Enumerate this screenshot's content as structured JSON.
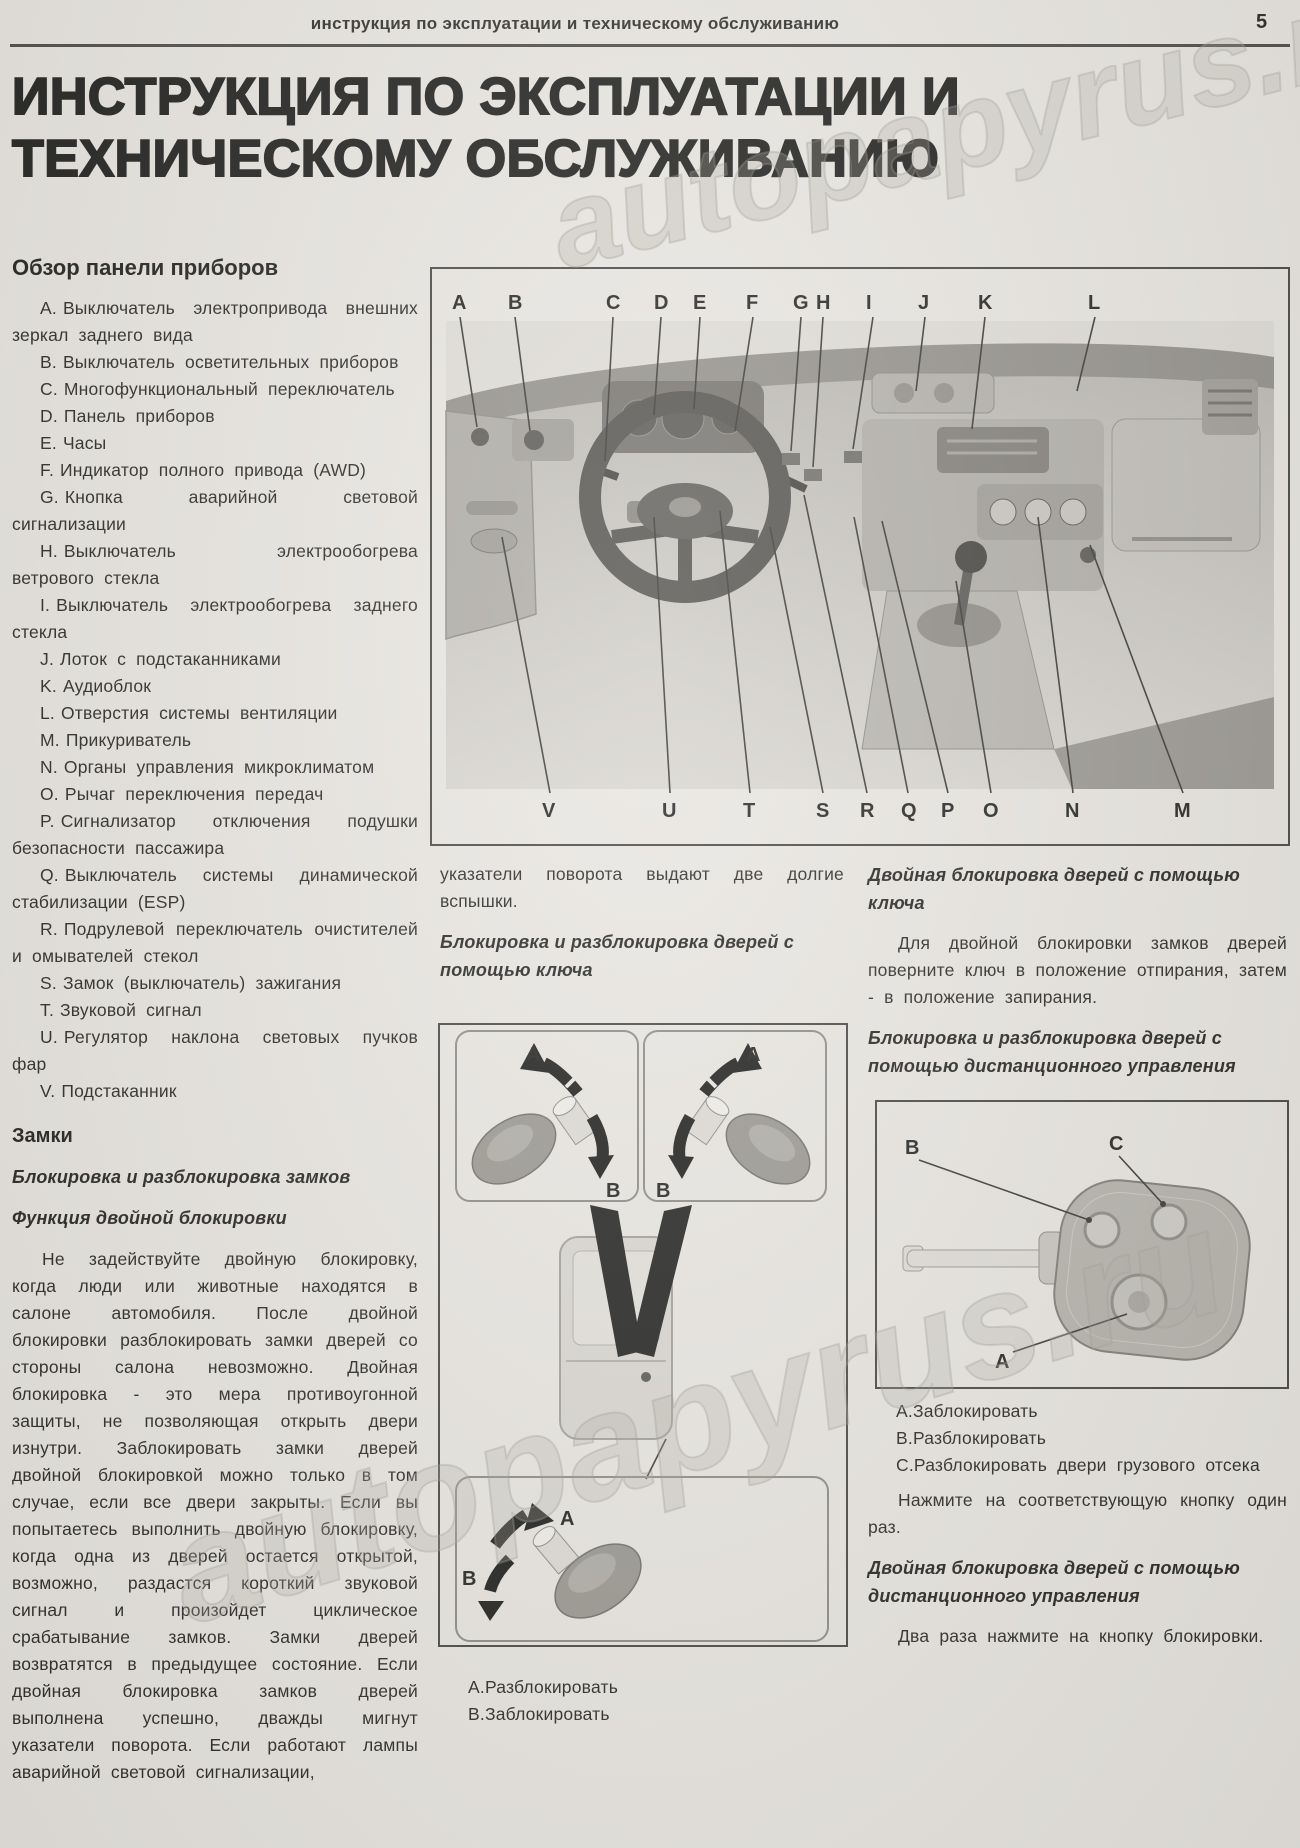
{
  "colors": {
    "paper": "#e8e5e0",
    "ink": "#1c1c1a"
  },
  "header": {
    "title": "инструкция по эксплуатации и техническому обслуживанию",
    "page_number": "5"
  },
  "title": {
    "line1": "ИНСТРУКЦИЯ ПО ЭКСПЛУАТАЦИИ И",
    "line2": "ТЕХНИЧЕСКОМУ ОБСЛУЖИВАНИЮ"
  },
  "watermark": {
    "text": "autopapyrus.ru"
  },
  "left_column": {
    "heading": "Обзор панели приборов",
    "items": [
      {
        "k": "A.",
        "t": "Выключатель электропривода внешних зеркал заднего вида"
      },
      {
        "k": "B.",
        "t": "Выключатель осветительных приборов"
      },
      {
        "k": "C.",
        "t": "Многофункциональный переключатель"
      },
      {
        "k": "D.",
        "t": "Панель приборов"
      },
      {
        "k": "E.",
        "t": "Часы"
      },
      {
        "k": "F.",
        "t": "Индикатор полного привода (AWD)"
      },
      {
        "k": "G.",
        "t": "Кнопка аварийной световой сигнализации"
      },
      {
        "k": "H.",
        "t": "Выключатель электрообогрева ветрового стекла"
      },
      {
        "k": "I.",
        "t": "Выключатель электрообогрева заднего стекла"
      },
      {
        "k": "J.",
        "t": "Лоток с подстаканниками"
      },
      {
        "k": "K.",
        "t": "Аудиоблок"
      },
      {
        "k": "L.",
        "t": "Отверстия системы вентиляции"
      },
      {
        "k": "M.",
        "t": "Прикуриватель"
      },
      {
        "k": "N.",
        "t": "Органы управления микроклиматом"
      },
      {
        "k": "O.",
        "t": "Рычаг переключения передач"
      },
      {
        "k": "P.",
        "t": "Сигнализатор отключения подушки безопасности пассажира"
      },
      {
        "k": "Q.",
        "t": "Выключатель системы динамической стабилизации (ESP)"
      },
      {
        "k": "R.",
        "t": "Подрулевой переключатель очистителей и омывателей стекол"
      },
      {
        "k": "S.",
        "t": "Замок (выключатель) зажигания"
      },
      {
        "k": "T.",
        "t": "Звуковой сигнал"
      },
      {
        "k": "U.",
        "t": "Регулятор наклона световых пучков фар"
      },
      {
        "k": "V.",
        "t": "Подстаканник"
      }
    ],
    "locks_heading": "Замки",
    "subheading1": "Блокировка и разблокировка замков",
    "subheading2": "Функция двойной блокировки",
    "paragraph": "Не задействуйте двойную блокировку, когда люди или животные находятся в салоне автомобиля. После двойной блокировки разблокировать замки дверей со стороны салона невозможно. Двойная блокировка - это мера противоугонной защиты, не позволяющая открыть двери изнутри. Заблокировать замки дверей двойной блокировкой можно только в том случае, если все двери закрыты. Если вы попытаетесь выполнить двойную блокировку, когда одна из дверей остается открытой, возможно, раздастся короткий звуковой сигнал и произойдет циклическое срабатывание замков. Замки дверей возвратятся в предыдущее состояние. Если двойная блокировка замков дверей выполнена успешно, дважды мигнут указатели поворота. Если работают лампы аварийной световой сигнализации,"
  },
  "dashboard_figure": {
    "top_labels": [
      "A",
      "B",
      "C",
      "D",
      "E",
      "F",
      "G",
      "H",
      "I",
      "J",
      "K",
      "L"
    ],
    "bottom_labels": [
      "V",
      "U",
      "T",
      "S",
      "R",
      "Q",
      "P",
      "O",
      "N",
      "M"
    ]
  },
  "middle_column": {
    "intro": "указатели поворота выдают две долгие вспышки.",
    "heading": "Блокировка и разблокировка дверей с помощью ключа",
    "figure_labels": {
      "a": "A",
      "b": "B"
    },
    "legend": [
      {
        "k": "A.",
        "t": "Разблокировать"
      },
      {
        "k": "B.",
        "t": "Заблокировать"
      }
    ]
  },
  "right_column": {
    "heading1": "Двойная блокировка дверей с помощью ключа",
    "para1": "Для двойной блокировки замков дверей поверните ключ в положение отпирания, затем - в положение запирания.",
    "heading2": "Блокировка и разблокировка дверей с помощью дистанционного управления",
    "fob_labels": {
      "a": "A",
      "b": "B",
      "c": "C"
    },
    "legend": [
      {
        "k": "A.",
        "t": "Заблокировать"
      },
      {
        "k": "B.",
        "t": "Разблокировать"
      },
      {
        "k": "C.",
        "t": "Разблокировать двери грузового отсека"
      }
    ],
    "para2": "Нажмите на соответствующую кнопку один раз.",
    "heading3": "Двойная блокировка дверей с помощью дистанционного управления",
    "para3": "Два раза нажмите на кнопку блокировки."
  }
}
